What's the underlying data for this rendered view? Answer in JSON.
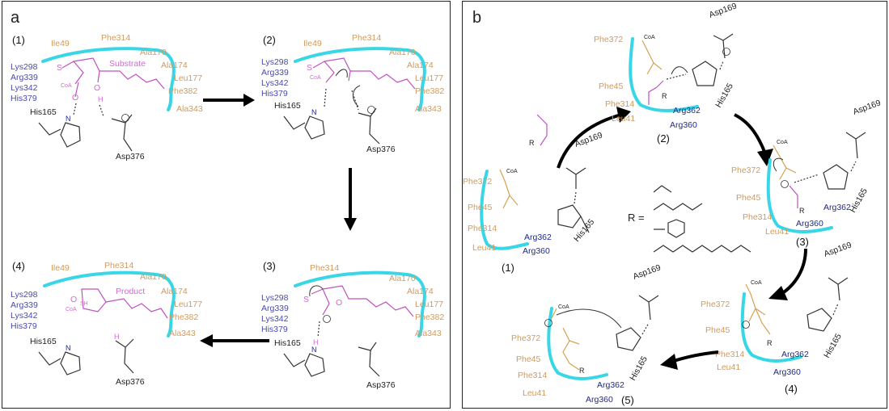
{
  "panel_a": {
    "label": "a",
    "steps": [
      "(1)",
      "(2)",
      "(3)",
      "(4)"
    ],
    "residues_orange": [
      "Ile49",
      "Phe314",
      "Ala170",
      "Ala174",
      "Leu177",
      "Phe382",
      "Ala343"
    ],
    "residues_blue": [
      "Lys298",
      "Arg339",
      "Lys342",
      "His379"
    ],
    "his": "His165",
    "asp": "Asp376",
    "substrate": "Substrate",
    "product": "Product",
    "coa": "CoA",
    "sh": "SH",
    "o": "O",
    "h": "H",
    "n": "N",
    "s": "S"
  },
  "panel_b": {
    "label": "b",
    "steps": [
      "(1)",
      "(2)",
      "(3)",
      "(4)",
      "(5)"
    ],
    "residues_orange": [
      "Phe372",
      "Phe45",
      "Phe314",
      "Leu41"
    ],
    "residues_blue": [
      "Arg362",
      "Arg360"
    ],
    "his": "His165",
    "asp": "Asp169",
    "r_eq": "R =",
    "r": "R",
    "coa": "CoA"
  },
  "colors": {
    "cyan": "#38d6e6",
    "orange": "#d29a5a",
    "blue": "#4a4ab0",
    "pink": "#d06ad0"
  }
}
